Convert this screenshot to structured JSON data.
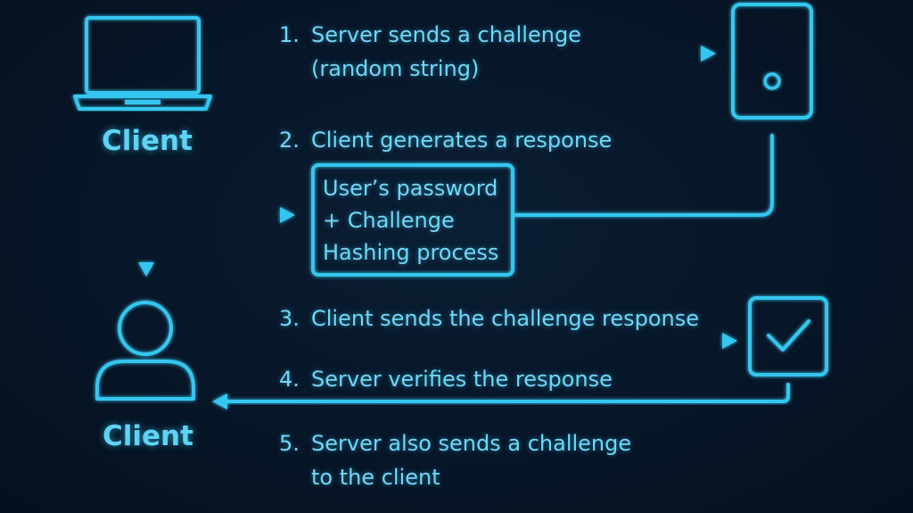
{
  "clients": {
    "top_label": "Client",
    "bottom_label": "Client"
  },
  "steps": {
    "s1": {
      "num": "1.",
      "line1": "Server sends a challenge",
      "line2": "(random string)"
    },
    "s2": {
      "num": "2.",
      "line1": "Client generates a response"
    },
    "s3": {
      "num": "3.",
      "line1": "Client sends the challenge response"
    },
    "s4": {
      "num": "4.",
      "line1": "Server verifies the response"
    },
    "s5": {
      "num": "5.",
      "line1": "Server also sends a challenge",
      "line2": "to the client"
    }
  },
  "process_box": {
    "line1": "User’s password",
    "line2": "+ Challenge",
    "line3": "Hashing process"
  },
  "colors": {
    "accent": "#36c6f0",
    "background": "#071628"
  },
  "icons": [
    "laptop-icon",
    "server-icon",
    "user-icon",
    "checkmark-icon"
  ]
}
